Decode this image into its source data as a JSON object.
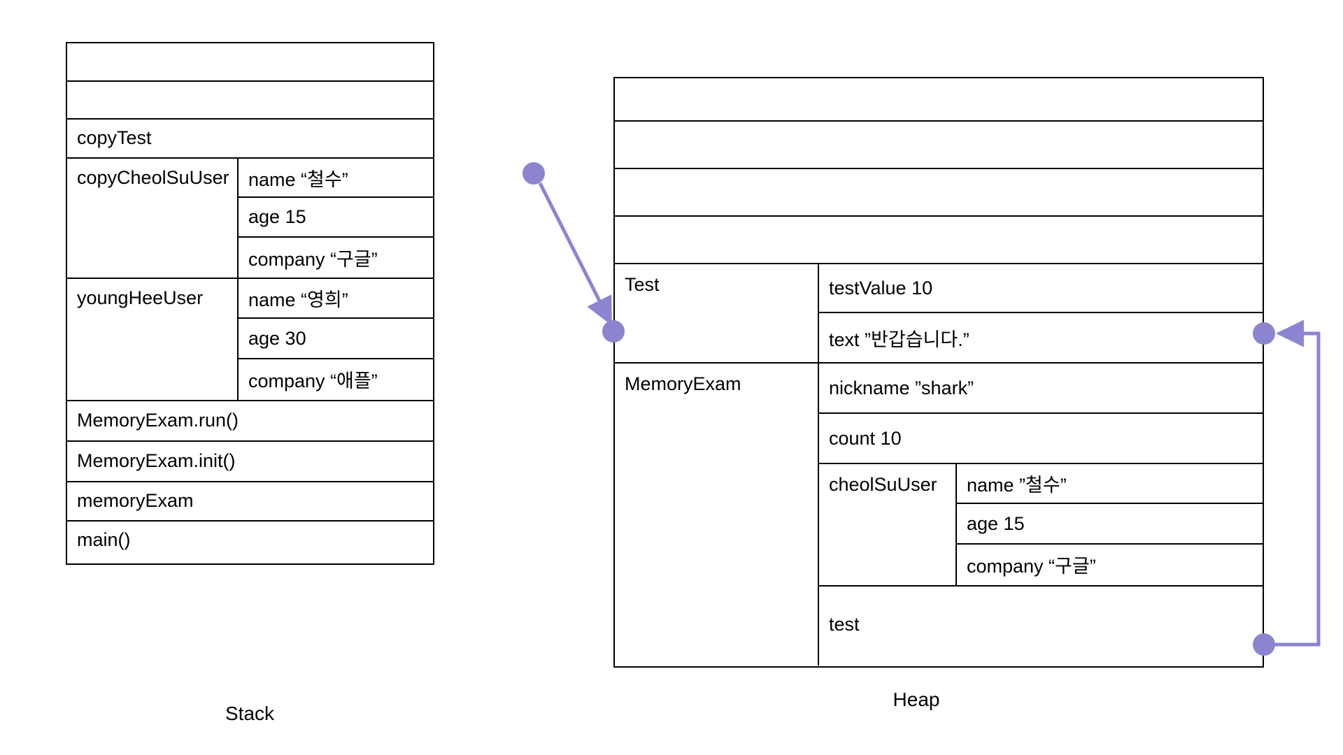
{
  "diagram": {
    "title_stack": "Stack",
    "title_heap": "Heap",
    "accent_color": "#8b85d0",
    "line_color": "#000000"
  },
  "stack": {
    "label": "Stack",
    "rows": [
      {
        "name": "",
        "fields": []
      },
      {
        "name": "",
        "fields": []
      },
      {
        "name": "copyTest",
        "fields": [],
        "has_pointer": true
      },
      {
        "name": "copyCheolSuUser",
        "fields": [
          "name “철수”",
          "age 15",
          "company “구글”"
        ]
      },
      {
        "name": "youngHeeUser",
        "fields": [
          "name “영희”",
          "age 30",
          "company “애플”"
        ]
      },
      {
        "name": "MemoryExam.run()",
        "fields": []
      },
      {
        "name": "MemoryExam.init()",
        "fields": []
      },
      {
        "name": "memoryExam",
        "fields": []
      },
      {
        "name": "main()",
        "fields": []
      }
    ]
  },
  "heap": {
    "label": "Heap",
    "empty_rows": 4,
    "objects": [
      {
        "name": "Test",
        "fields": [
          {
            "text": "testValue 10"
          },
          {
            "text": "text ”반갑습니다.”",
            "has_pointer_target": true
          }
        ]
      },
      {
        "name": "MemoryExam",
        "fields": [
          {
            "text": "nickname ”shark”"
          },
          {
            "text": "count 10"
          },
          {
            "text": "cheolSuUser",
            "nested": [
              "name ”철수”",
              "age 15",
              "company “구글”"
            ]
          },
          {
            "text": "test",
            "has_pointer_source": true
          }
        ]
      }
    ]
  },
  "connectors": [
    {
      "id": "copytest-to-test",
      "from": "stack.copyTest",
      "to": "heap.Test",
      "style": "arrow-with-dots"
    },
    {
      "id": "memoryexam-test-to-test-object",
      "from": "heap.MemoryExam.test",
      "to": "heap.Test",
      "style": "elbow-arrow-with-dots"
    }
  ]
}
